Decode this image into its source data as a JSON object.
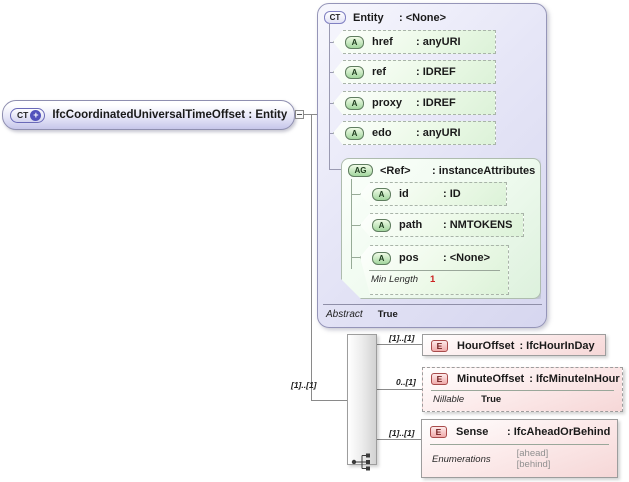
{
  "root": {
    "badge": "CT",
    "label": "IfcCoordinatedUniversalTimeOffset : Entity"
  },
  "entity": {
    "badge": "CT",
    "name": "Entity",
    "type": ": <None>",
    "attributes": [
      {
        "badge": "A",
        "name": "href",
        "type": ": anyURI"
      },
      {
        "badge": "A",
        "name": "ref",
        "type": ": IDREF"
      },
      {
        "badge": "A",
        "name": "proxy",
        "type": ": IDREF"
      },
      {
        "badge": "A",
        "name": "edo",
        "type": ": anyURI"
      }
    ],
    "attribute_group": {
      "badge": "AG",
      "name": "<Ref>",
      "type": ": instanceAttributes",
      "attributes": [
        {
          "badge": "A",
          "name": "id",
          "type": ": ID"
        },
        {
          "badge": "A",
          "name": "path",
          "type": ": NMTOKENS"
        },
        {
          "badge": "A",
          "name": "pos",
          "type": ": <None>",
          "facet_label": "Min Length",
          "facet_value": "1"
        }
      ]
    },
    "footer": {
      "label": "Abstract",
      "value": "True"
    }
  },
  "connector": {
    "cardinality": "[1]..[1]"
  },
  "elements": [
    {
      "badge": "E",
      "name": "HourOffset",
      "type": ": IfcHourInDay",
      "cardinality": "[1]..[1]"
    },
    {
      "badge": "E",
      "name": "MinuteOffset",
      "type": ": IfcMinuteInHour",
      "cardinality": "0..[1]",
      "facet_label": "Nillable",
      "facet_value": "True"
    },
    {
      "badge": "E",
      "name": "Sense",
      "type": ": IfcAheadOrBehind",
      "cardinality": "[1]..[1]",
      "facet_label": "Enumerations",
      "enum_values": [
        "[ahead]",
        "[behind]"
      ]
    }
  ],
  "colors": {
    "entity_fill": "#e6e6f7",
    "entity_border": "#9595b8",
    "attribute_fill": "#e4f6e0",
    "group_fill": "#eefaee",
    "element_fill": "#f6d7d7",
    "element_badge_border": "#a84b4b",
    "facet_red": "#cc2222",
    "enum_gray": "#909090",
    "connector_line": "#8a8a8a"
  }
}
